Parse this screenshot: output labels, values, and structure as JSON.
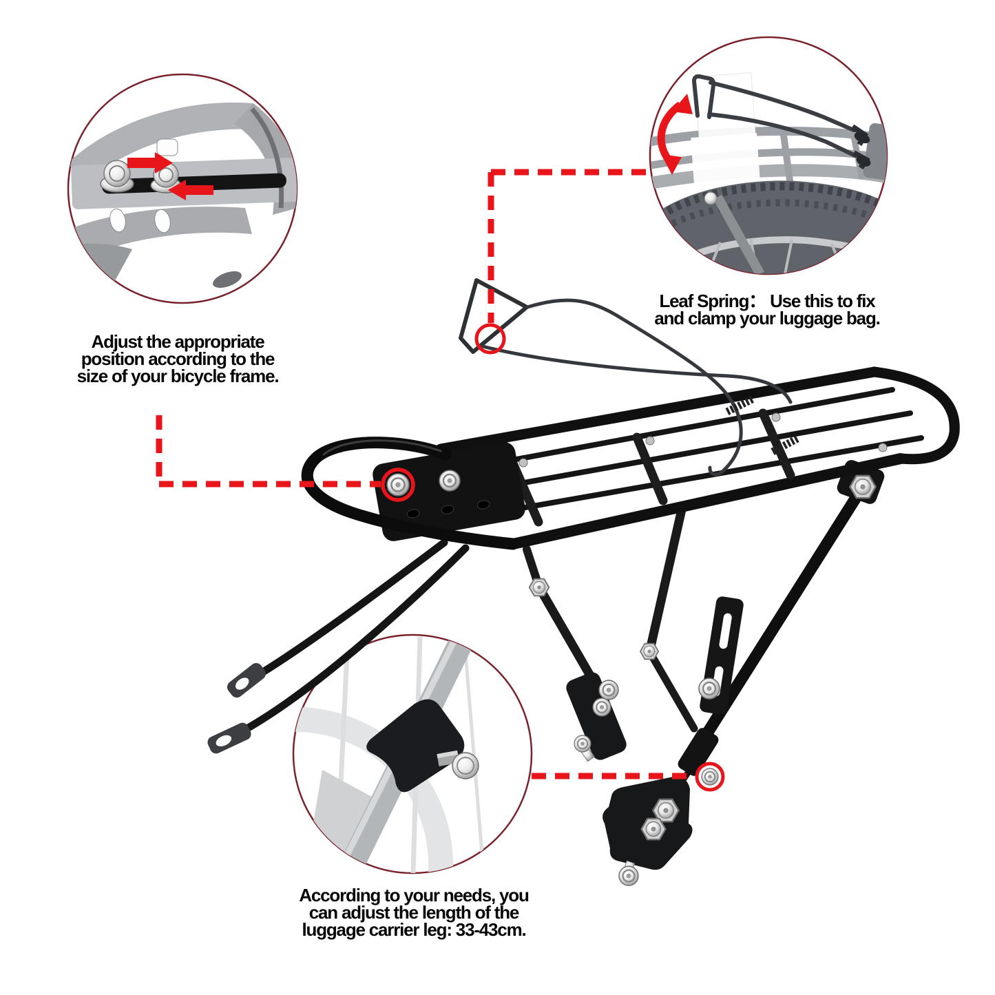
{
  "colors": {
    "background": "#ffffff",
    "annotation_red": "#e8151b",
    "inset_border": "#7a222c",
    "text": "#060606",
    "rack_black": "#101010",
    "metal_silver": "#c8c8c8",
    "photo_gray": "#b3b6b9"
  },
  "callouts": {
    "frame_position": {
      "lines": [
        "Adjust the appropriate",
        "position according to the",
        "size of your bicycle frame."
      ]
    },
    "leaf_spring": {
      "lines": [
        "Leaf Spring： Use this to fix",
        "and clamp your luggage bag."
      ]
    },
    "leg_length": {
      "lines": [
        "According to your needs, you",
        "can adjust the length of the",
        "luggage carrier leg: 33-43cm."
      ]
    }
  },
  "insets": {
    "bolt_adjustment": {
      "icon": "adjustment-bolts-photo"
    },
    "leaf_spring": {
      "icon": "leaf-spring-raised-photo"
    },
    "leg_clamp": {
      "icon": "leg-length-clamp-photo"
    }
  },
  "product": {
    "icon": "rear-bicycle-luggage-rack-photo"
  }
}
